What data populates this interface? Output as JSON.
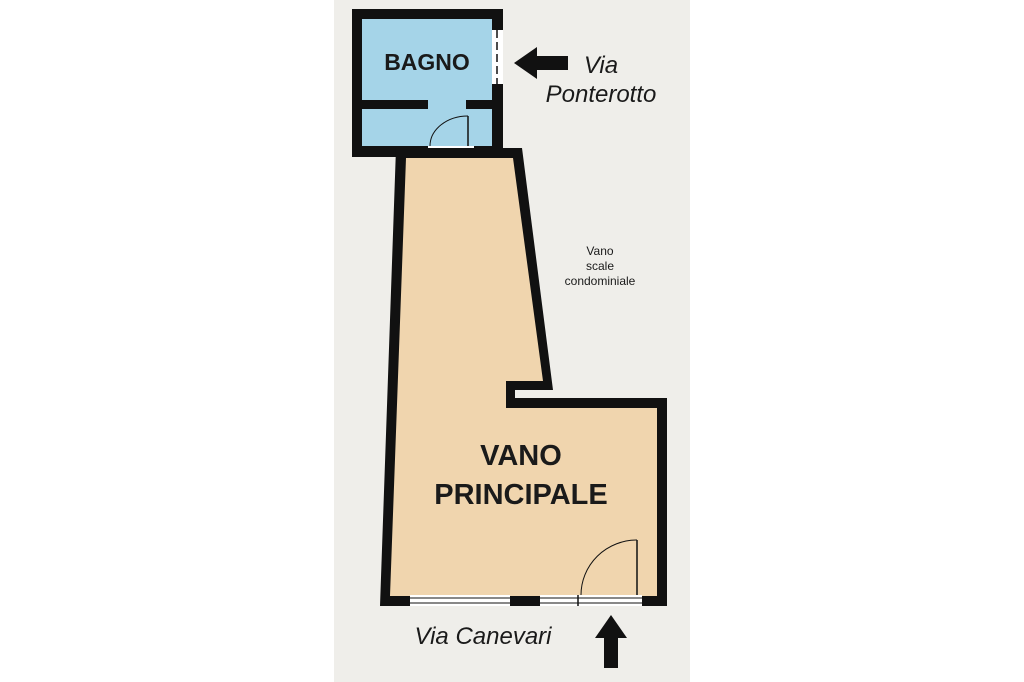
{
  "rooms": {
    "bathroom": {
      "label": "BAGNO",
      "fill": "#a5d4e8"
    },
    "main_room": {
      "label_line1": "VANO",
      "label_line2": "PRINCIPALE",
      "fill": "#f0d5ae"
    }
  },
  "annotations": {
    "stairwell_line1": "Vano",
    "stairwell_line2": "scale",
    "stairwell_line3": "condominiale"
  },
  "streets": {
    "top_line1": "Via",
    "top_line2": "Ponterotto",
    "bottom": "Via Canevari"
  },
  "colors": {
    "background": "#efeeea",
    "wall": "#111111",
    "arrow": "#111111"
  },
  "icons": {
    "top_arrow": "arrow-left-icon",
    "bottom_arrow": "arrow-up-icon"
  }
}
